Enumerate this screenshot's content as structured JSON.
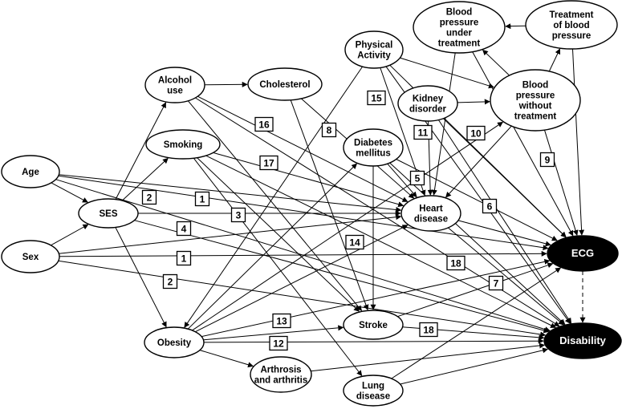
{
  "nodes": [
    {
      "id": "age",
      "lines": [
        "Age"
      ],
      "dark": false
    },
    {
      "id": "sex",
      "lines": [
        "Sex"
      ],
      "dark": false
    },
    {
      "id": "ses",
      "lines": [
        "SES"
      ],
      "dark": false
    },
    {
      "id": "alcohol",
      "lines": [
        "Alcohol",
        "use"
      ],
      "dark": false
    },
    {
      "id": "smoking",
      "lines": [
        "Smoking"
      ],
      "dark": false
    },
    {
      "id": "obesity",
      "lines": [
        "Obesity"
      ],
      "dark": false
    },
    {
      "id": "cholesterol",
      "lines": [
        "Cholesterol"
      ],
      "dark": false
    },
    {
      "id": "diabetes",
      "lines": [
        "Diabetes",
        "mellitus"
      ],
      "dark": false
    },
    {
      "id": "physical",
      "lines": [
        "Physical",
        "Activity"
      ],
      "dark": false
    },
    {
      "id": "kidney",
      "lines": [
        "Kidney",
        "disorder"
      ],
      "dark": false
    },
    {
      "id": "bpunder",
      "lines": [
        "Blood",
        "pressure",
        "under",
        "treatment"
      ],
      "dark": false
    },
    {
      "id": "treatment",
      "lines": [
        "Treatment",
        "of blood",
        "pressure"
      ],
      "dark": false
    },
    {
      "id": "bpwithout",
      "lines": [
        "Blood",
        "pressure",
        "without",
        "treatment"
      ],
      "dark": false
    },
    {
      "id": "heart",
      "lines": [
        "Heart",
        "disease"
      ],
      "dark": false
    },
    {
      "id": "stroke",
      "lines": [
        "Stroke"
      ],
      "dark": false
    },
    {
      "id": "arthrosis",
      "lines": [
        "Arthrosis",
        "and arthritis"
      ],
      "dark": false
    },
    {
      "id": "lung",
      "lines": [
        "Lung",
        "disease"
      ],
      "dark": false
    },
    {
      "id": "ecg",
      "lines": [
        "ECG"
      ],
      "dark": true
    },
    {
      "id": "disability",
      "lines": [
        "Disability"
      ],
      "dark": true
    }
  ],
  "edges": [
    {
      "from": "age",
      "to": "ses"
    },
    {
      "from": "sex",
      "to": "ses"
    },
    {
      "from": "age",
      "to": "heart"
    },
    {
      "from": "age",
      "to": "ecg"
    },
    {
      "from": "age",
      "to": "disability"
    },
    {
      "from": "sex",
      "to": "heart"
    },
    {
      "from": "sex",
      "to": "ecg"
    },
    {
      "from": "sex",
      "to": "disability"
    },
    {
      "from": "ses",
      "to": "alcohol"
    },
    {
      "from": "ses",
      "to": "smoking"
    },
    {
      "from": "ses",
      "to": "obesity"
    },
    {
      "from": "ses",
      "to": "heart"
    },
    {
      "from": "ses",
      "to": "disability"
    },
    {
      "from": "alcohol",
      "to": "cholesterol"
    },
    {
      "from": "alcohol",
      "to": "heart"
    },
    {
      "from": "alcohol",
      "to": "stroke"
    },
    {
      "from": "alcohol",
      "to": "disability"
    },
    {
      "from": "smoking",
      "to": "heart"
    },
    {
      "from": "smoking",
      "to": "stroke"
    },
    {
      "from": "smoking",
      "to": "lung"
    },
    {
      "from": "smoking",
      "to": "disability"
    },
    {
      "from": "cholesterol",
      "to": "heart"
    },
    {
      "from": "cholesterol",
      "to": "stroke"
    },
    {
      "from": "obesity",
      "to": "diabetes"
    },
    {
      "from": "obesity",
      "to": "bpwithout"
    },
    {
      "from": "obesity",
      "to": "heart"
    },
    {
      "from": "obesity",
      "to": "ecg"
    },
    {
      "from": "obesity",
      "to": "stroke"
    },
    {
      "from": "obesity",
      "to": "arthrosis"
    },
    {
      "from": "obesity",
      "to": "disability"
    },
    {
      "from": "physical",
      "to": "obesity"
    },
    {
      "from": "physical",
      "to": "heart"
    },
    {
      "from": "physical",
      "to": "bpwithout"
    },
    {
      "from": "physical",
      "to": "ecg"
    },
    {
      "from": "physical",
      "to": "disability"
    },
    {
      "from": "diabetes",
      "to": "heart"
    },
    {
      "from": "diabetes",
      "to": "stroke"
    },
    {
      "from": "diabetes",
      "to": "ecg"
    },
    {
      "from": "diabetes",
      "to": "disability"
    },
    {
      "from": "kidney",
      "to": "heart"
    },
    {
      "from": "kidney",
      "to": "bpwithout"
    },
    {
      "from": "kidney",
      "to": "ecg"
    },
    {
      "from": "kidney",
      "to": "disability"
    },
    {
      "from": "bpwithout",
      "to": "heart"
    },
    {
      "from": "bpwithout",
      "to": "bpunder"
    },
    {
      "from": "bpwithout",
      "to": "treatment"
    },
    {
      "from": "bpwithout",
      "to": "ecg"
    },
    {
      "from": "treatment",
      "to": "bpunder"
    },
    {
      "from": "treatment",
      "to": "ecg"
    },
    {
      "from": "bpunder",
      "to": "heart"
    },
    {
      "from": "bpunder",
      "to": "ecg"
    },
    {
      "from": "heart",
      "to": "ecg"
    },
    {
      "from": "heart",
      "to": "disability"
    },
    {
      "from": "stroke",
      "to": "ecg"
    },
    {
      "from": "stroke",
      "to": "disability"
    },
    {
      "from": "arthrosis",
      "to": "disability"
    },
    {
      "from": "lung",
      "to": "ecg"
    },
    {
      "from": "lung",
      "to": "disability"
    },
    {
      "from": "ecg",
      "to": "disability",
      "dashed": true
    }
  ],
  "labels": [
    "1",
    "2",
    "3",
    "4",
    "1",
    "2",
    "16",
    "8",
    "17",
    "15",
    "11",
    "10",
    "5",
    "6",
    "9",
    "14",
    "18",
    "7",
    "13",
    "12",
    "18"
  ]
}
